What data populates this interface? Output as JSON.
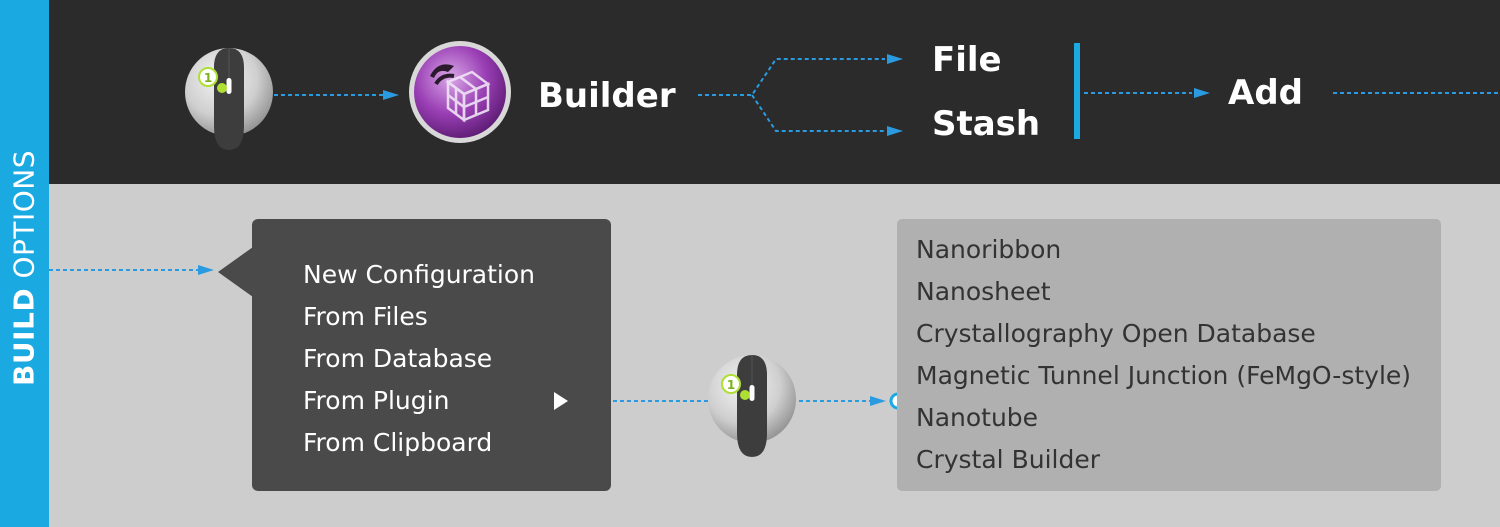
{
  "sidebar": {
    "label_bold": "BUILD",
    "label_light": " OPTIONS"
  },
  "flow": {
    "builder": "Builder",
    "file": "File",
    "stash": "Stash",
    "add": "Add"
  },
  "menu": {
    "items": [
      "New Configuration",
      "From Files",
      "From Database",
      "From Plugin",
      "From Clipboard"
    ]
  },
  "plugins": {
    "items": [
      "Nanoribbon",
      "Nanosheet",
      "Crystallography Open Database",
      "Magnetic Tunnel Junction (FeMgO-style)",
      "Nanotube",
      "Crystal Builder"
    ]
  },
  "mouse_click_badge": "1",
  "colors": {
    "accent": "#1aa9e0",
    "connector": "#2a9be0",
    "topbar": "#2b2b2b",
    "canvas": "#cdcdcd",
    "menu": "#4a4a4a",
    "plugin_panel": "#b0b0b0",
    "click_indicator": "#aee034"
  },
  "icons": {
    "mouse": "mouse-left-click-icon",
    "builder": "builder-crystal-icon"
  }
}
